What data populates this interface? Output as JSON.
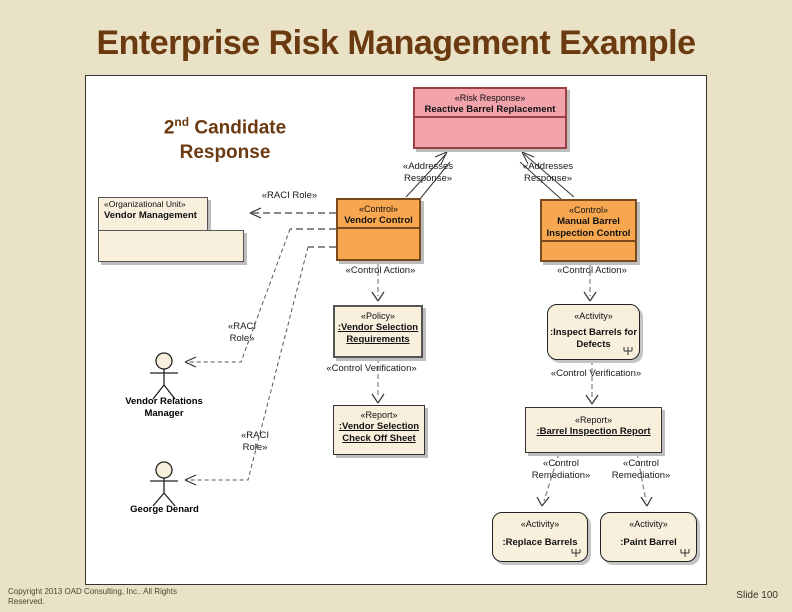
{
  "slide": {
    "title": "Enterprise Risk Management Example",
    "callout": {
      "num": "2",
      "sup": "nd",
      "rest": " Candidate",
      "line2": "Response"
    },
    "footer": {
      "copyright_line1": "Copyright 2013 OAD Consulting, Inc.. All Rights",
      "copyright_line2": "Reserved.",
      "slide_number": "Slide 100"
    }
  },
  "nodes": {
    "risk_response": {
      "stereotype": "«Risk Response»",
      "name": "Reactive Barrel Replacement"
    },
    "org_unit": {
      "stereotype": "«Organizational Unit»",
      "name": "Vendor Management"
    },
    "vendor_control": {
      "stereotype": "«Control»",
      "name": "Vendor Control"
    },
    "manual_control": {
      "stereotype": "«Control»",
      "name_line1": "Manual Barrel",
      "name_line2": "Inspection Control"
    },
    "policy": {
      "stereotype": "«Policy»",
      "name_line1": ":Vendor Selection",
      "name_line2": "Requirements"
    },
    "report_checkoff": {
      "stereotype": "«Report»",
      "name_line1": ":Vendor Selection",
      "name_line2": "Check Off Sheet"
    },
    "activity_inspect": {
      "stereotype": "«Activity»",
      "name_line1": ":Inspect Barrels for",
      "name_line2": "Defects"
    },
    "report_barrel": {
      "stereotype": "«Report»",
      "name": ":Barrel Inspection Report"
    },
    "activity_replace": {
      "stereotype": "«Activity»",
      "name": ":Replace Barrels"
    },
    "activity_paint": {
      "stereotype": "«Activity»",
      "name": ":Paint Barrel"
    }
  },
  "edge_labels": {
    "addresses_left": {
      "l1": "«Addresses",
      "l2": "Response»"
    },
    "addresses_right": {
      "l1": "«Addresses",
      "l2": "Response»"
    },
    "raci_role_top": "«RACI Role»",
    "raci_role_mid": {
      "l1": "«RACI",
      "l2": "Role»"
    },
    "raci_role_low": {
      "l1": "«RACI",
      "l2": "Role»"
    },
    "control_action_left": "«Control Action»",
    "control_action_right": "«Control Action»",
    "control_verification_left": "«Control Verification»",
    "control_verification_right": "«Control Verification»",
    "control_remediation_left": {
      "l1": "«Control",
      "l2": "Remediation»"
    },
    "control_remediation_right": {
      "l1": "«Control",
      "l2": "Remediation»"
    }
  },
  "actors": {
    "vendor_relations_manager": {
      "label_line1": "Vendor Relations",
      "label_line2": "Manager"
    },
    "george_denard": {
      "label": "George Denard"
    }
  },
  "colors": {
    "slide_background": "#e9e2c6",
    "title_text": "#6b3a10",
    "risk_response_fill": "#f2a3ab",
    "risk_response_border": "#9c4046",
    "control_fill": "#f6a74f",
    "control_border": "#7a4a1f",
    "artifact_fill": "#f8efdd",
    "diagram_background": "#ffffff",
    "shadow": "#bdbdbd"
  }
}
